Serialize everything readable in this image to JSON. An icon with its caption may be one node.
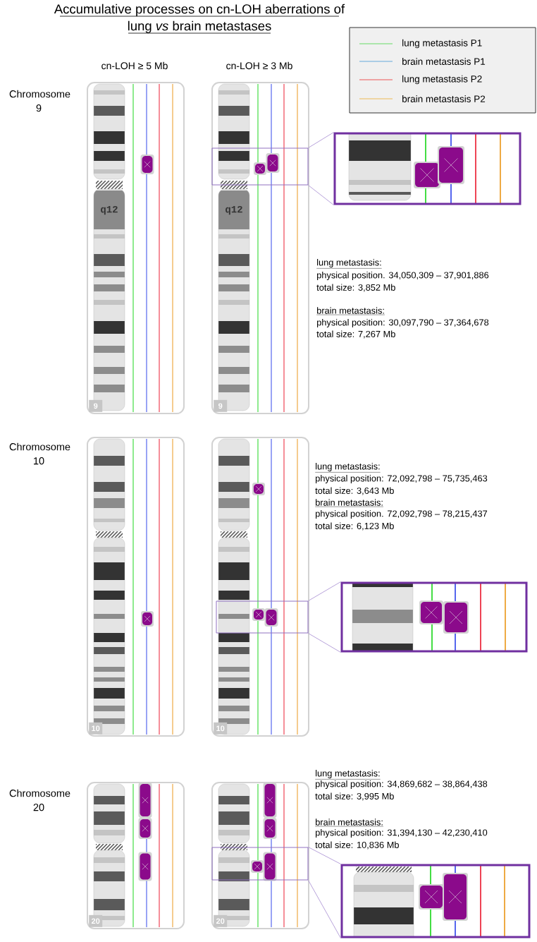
{
  "diagram": {
    "title": "Accumulative processes on cn-LOH aberrations of lung *vs* brain metastases",
    "nodes": [
      {
        "text": [],
        "shape": "box"
      },
      {
        "text": [],
        "shape": "box"
      },
      {
        "text": [],
        "shape": "box"
      },
      {
        "text": [],
        "shape": "box"
      },
      {
        "text": [],
        "shape": "box"
      },
      {
        "text": [],
        "shape": "box"
      }
    ],
    "edges": [
      {
        "from": 0,
        "to": 1,
        "arrow": "none"
      },
      {
        "from": 0,
        "to": 1,
        "arrow": "none"
      },
      {
        "from": 2,
        "to": 3,
        "arrow": "none"
      },
      {
        "from": 2,
        "to": 3,
        "arrow": "none"
      },
      {
        "from": 4,
        "to": 5,
        "arrow": "none"
      },
      {
        "from": 4,
        "to": 5,
        "arrow": "none"
      }
    ],
    "labels": [
      "cn-LOH ≥ 5 Mb",
      "cn-LOH ≥ 3 Mb",
      "Chromosome 9",
      "q12",
      "q12",
      "lung metastasis:",
      "physical position. 34,050,309 – 37,901,886",
      "total size: 3,852 Mb",
      "brain metastasis:",
      "physical position: 30,097,790 – 37,364,678",
      "total size: 7,267 Mb",
      "9",
      "9",
      "Chromosome 10",
      "lung metastasis:",
      "physical position: 72,092,798 – 75,735,463",
      "total size: 3,643 Mb",
      "brain metastasis:",
      "physical position. 72,092,798 – 78,215,437",
      "total size: 6,123 Mb",
      "10",
      "10",
      "Chromosome 20",
      "lung metastasis:",
      "physical position: 34,869,682 – 38,864,438",
      "total size: 3,995 Mb",
      "brain metastasis:",
      "physical position: 31,394,130 – 42,230,410",
      "total size: 10,836 Mb",
      "20",
      "20"
    ],
    "legend": [
      {
        "text": "lung metastasis P1"
      },
      {
        "text": "brain metastasis P1"
      },
      {
        "text": "lung metastasis P2"
      },
      {
        "text": "brain metastasis P2"
      }
    ]
  }
}
